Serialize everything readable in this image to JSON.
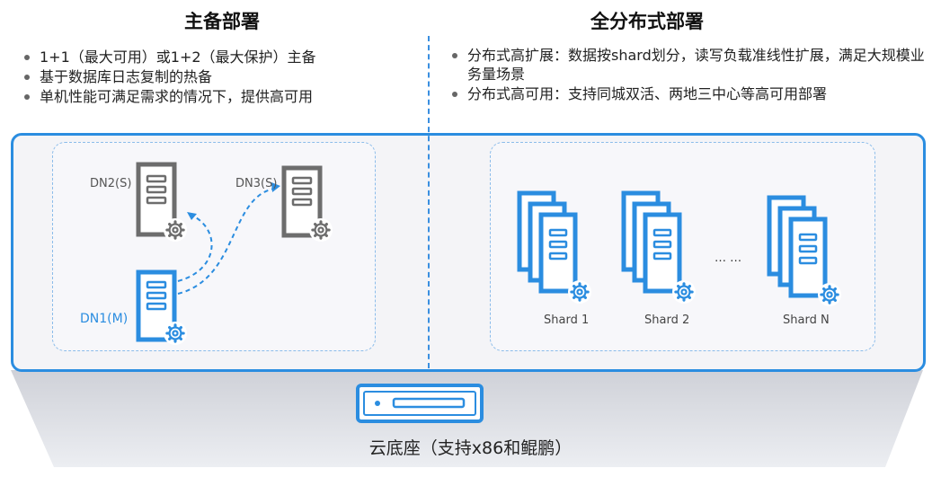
{
  "left_section": {
    "title": "主备部署",
    "bullets": [
      "1+1（最大可用）或1+2（最大保护）主备",
      "基于数据库日志复制的热备",
      "单机性能可满足需求的情况下，提供高可用"
    ],
    "nodes": {
      "primary": "DN1(M)",
      "standby_1": "DN2(S)",
      "standby_2": "DN3(S)"
    }
  },
  "right_section": {
    "title": "全分布式部署",
    "bullets": [
      "分布式高扩展：数据按shard划分，读写负载准线性扩展，满足大规模业务量场景",
      "分布式高可用：支持同城双活、两地三中心等高可用部署"
    ],
    "shards": [
      "Shard 1",
      "Shard 2",
      "Shard N"
    ],
    "ellipsis": "… …"
  },
  "base": {
    "caption": "云底座（支持x86和鲲鹏）"
  },
  "colors": {
    "accent_blue": "#2b8de0",
    "server_gray": "#6d6d6d",
    "dashed_border": "#8bbcea",
    "pedestal_gray": "#d9dadf"
  }
}
